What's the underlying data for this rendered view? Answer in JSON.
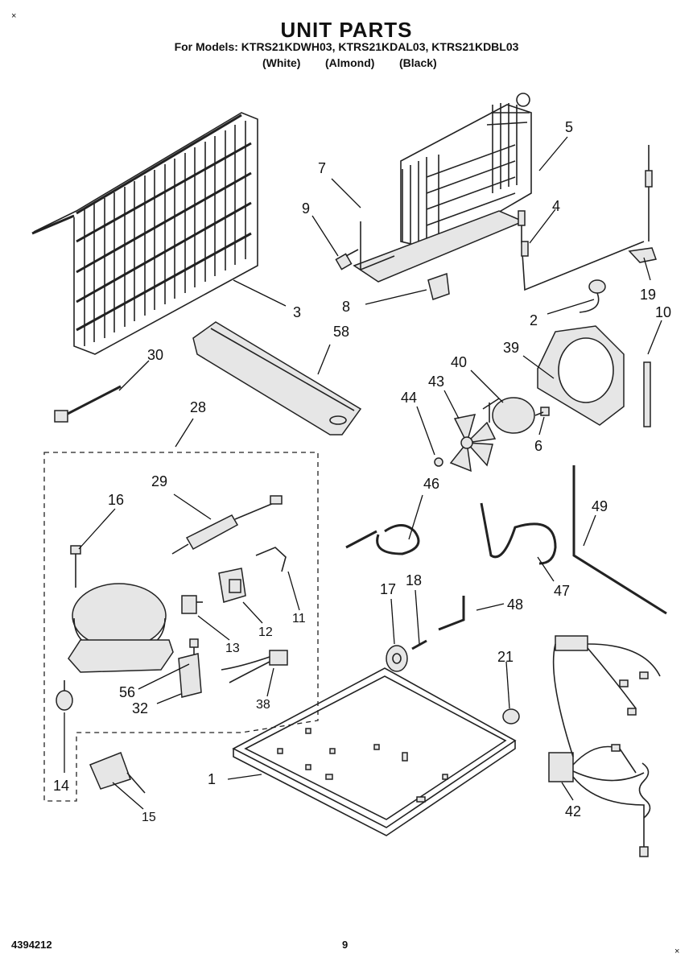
{
  "header": {
    "title": "UNIT PARTS",
    "models_line": "For Models: KTRS21KDWH03, KTRS21KDAL03, KTRS21KDBL03",
    "color_white": "(White)",
    "color_almond": "(Almond)",
    "color_black": "(Black)"
  },
  "callouts": {
    "p1": "1",
    "p2": "2",
    "p3": "3",
    "p4": "4",
    "p5": "5",
    "p6": "6",
    "p7": "7",
    "p8": "8",
    "p9": "9",
    "p10": "10",
    "p11": "11",
    "p12": "12",
    "p13": "13",
    "p14": "14",
    "p15": "15",
    "p16": "16",
    "p17": "17",
    "p18": "18",
    "p19": "19",
    "p21": "21",
    "p28": "28",
    "p29": "29",
    "p30": "30",
    "p32": "32",
    "p38": "38",
    "p39": "39",
    "p40": "40",
    "p42": "42",
    "p43": "43",
    "p44": "44",
    "p46": "46",
    "p47": "47",
    "p48": "48",
    "p49": "49",
    "p56": "56",
    "p58": "58"
  },
  "footer": {
    "doc_number": "4394212",
    "page_number": "9"
  }
}
